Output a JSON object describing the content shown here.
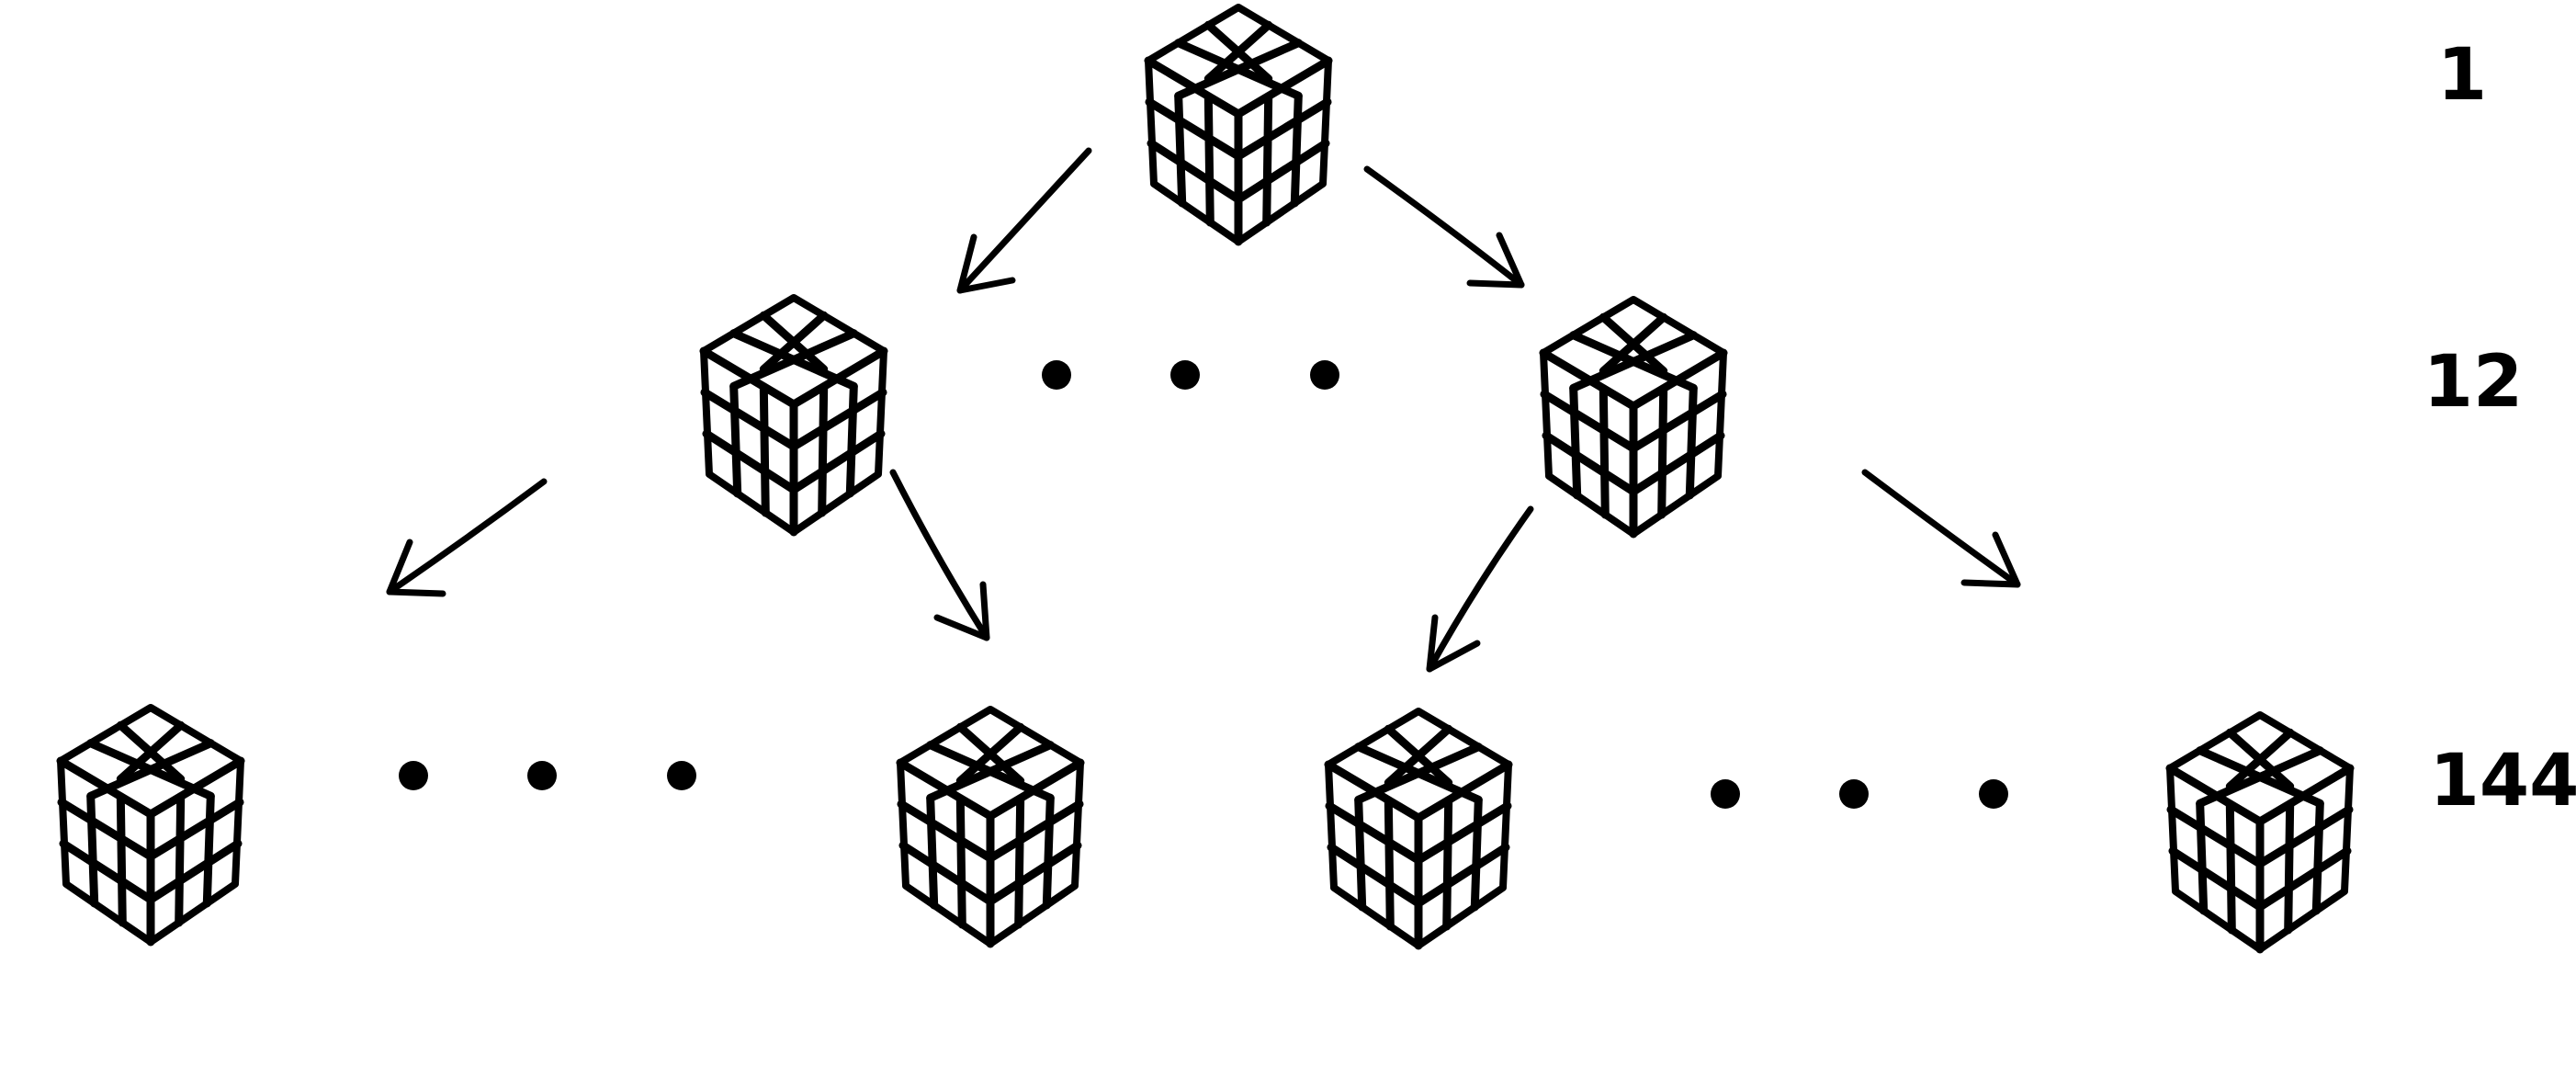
{
  "diagram": {
    "stroke_color": "#000000",
    "background": "#ffffff",
    "node_icon": "rubiks-cube-icon",
    "levels": [
      {
        "count_label": "1"
      },
      {
        "count_label": "12"
      },
      {
        "count_label": "144"
      }
    ]
  }
}
